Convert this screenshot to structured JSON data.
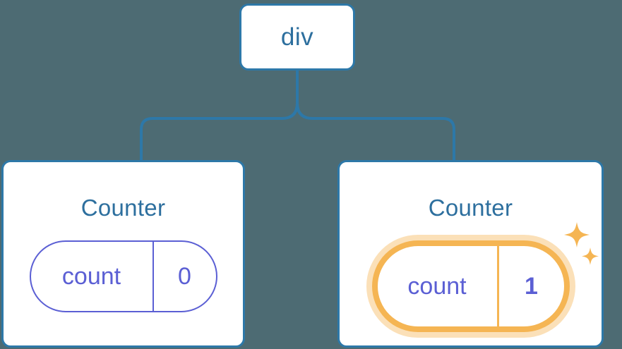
{
  "diagram": {
    "type": "component-tree",
    "background_color": "#4d6b73",
    "node_border_color": "#2d78a8",
    "node_text_color": "#2d6f9e",
    "state_color": "#5b5fd4",
    "highlight_color": "#f5b553",
    "highlight_glow_color": "#fbe0b8",
    "connector_color": "#2d78a8"
  },
  "root": {
    "label": "div"
  },
  "children": [
    {
      "title": "Counter",
      "state_key": "count",
      "state_value": "0",
      "highlighted": false,
      "sparkle": false
    },
    {
      "title": "Counter",
      "state_key": "count",
      "state_value": "1",
      "highlighted": true,
      "sparkle": true
    }
  ],
  "icons": {
    "sparkle_large": "sparkle-icon",
    "sparkle_small": "sparkle-small-icon"
  }
}
